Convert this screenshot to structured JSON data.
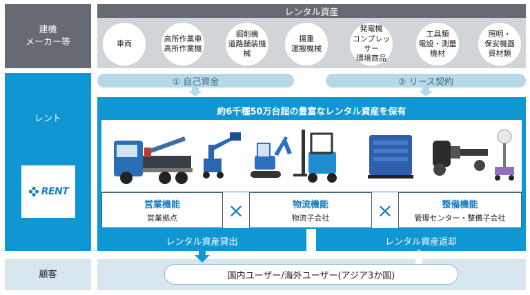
{
  "left_labels": {
    "maker": "建機\nメーカー等",
    "rent": "レント",
    "customer": "顧客"
  },
  "logo": {
    "text": "RENT",
    "icon": "flower-logo-icon"
  },
  "rental_assets": {
    "title": "レンタル資産",
    "categories": [
      "車両",
      "高所作業車\n高所作業機",
      "掘削機\n道路舗装機械",
      "揚重\n運搬機械",
      "発電機\nコンプレッサー\n環境商品",
      "工具類\n電設・測量機材",
      "照明・\n保安機器\n資材類"
    ]
  },
  "finance": {
    "own_funds": "① 自己資金",
    "lease": "② リース契約"
  },
  "rent_panel": {
    "header": "約6千種50万台超の豊富なレンタル資産を保有",
    "machines": [
      "truck-crane-icon",
      "aerial-work-platform-icon",
      "mini-excavator-icon",
      "forklift-icon",
      "generator-icon",
      "torque-wrench-icon",
      "light-tower-icon"
    ],
    "functions": [
      {
        "title": "営業機能",
        "sub": "営業拠点"
      },
      {
        "title": "物流機能",
        "sub": "物流子会社"
      },
      {
        "title": "整備機能",
        "sub": "管理センター・整備子会社"
      }
    ],
    "times_symbol": "×",
    "lend": "レンタル資産貸出",
    "return": "レンタル資産返却"
  },
  "customer": {
    "text": "国内ユーザー/海外ユーザー(アジア3か国)"
  },
  "colors": {
    "brand_blue": "#0f96d3",
    "gray_header": "#666b73",
    "light_blue": "#b6d9ea",
    "customer_band": "#d7e6ef"
  }
}
